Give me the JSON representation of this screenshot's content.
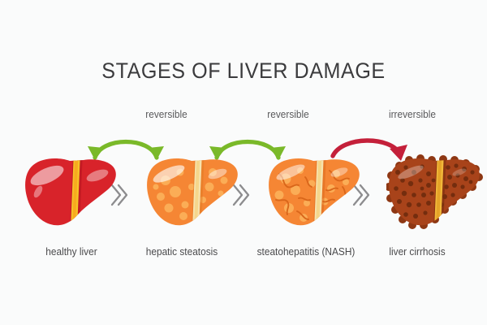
{
  "title": "STAGES OF LIVER DAMAGE",
  "background_color": "#fafbfb",
  "stages": [
    {
      "label": "healthy liver",
      "icon": "healthy-liver-icon",
      "body_color": "#d8232a",
      "highlight_color": "#ea343c",
      "shadow_color": "#b3161d",
      "ligament_color": "#f7c325"
    },
    {
      "label": "hepatic steatosis",
      "icon": "fatty-liver-icon",
      "body_color": "#f58634",
      "highlight_color": "#f9a154",
      "shadow_color": "#e06f1c",
      "ligament_color": "#f6dca0",
      "fat_deposit_color": "#fbad56"
    },
    {
      "label": "steatohepatitis (NASH)",
      "icon": "inflamed-liver-icon",
      "body_color": "#f58634",
      "highlight_color": "#f9a154",
      "shadow_color": "#d9661a",
      "ligament_color": "#f6dca0",
      "fat_deposit_color": "#fbad56",
      "inflammation_color": "#d96a17"
    },
    {
      "label": "liver cirrhosis",
      "icon": "cirrhotic-liver-icon",
      "body_color": "#a8431a",
      "highlight_color": "#c4551f",
      "shadow_color": "#7a2f0e",
      "ligament_color": "#f2b93a",
      "nodule_color": "#6b2a0e"
    }
  ],
  "arrows": [
    {
      "label": "reversible",
      "icon": "double-headed-arc-arrow-icon",
      "direction": "bidirectional",
      "color": "#7ab929"
    },
    {
      "label": "reversible",
      "icon": "double-headed-arc-arrow-icon",
      "direction": "bidirectional",
      "color": "#7ab929"
    },
    {
      "label": "irreversible",
      "icon": "single-headed-arc-arrow-icon",
      "direction": "forward",
      "color": "#c4203a"
    }
  ],
  "separators": [
    {
      "icon": "double-chevron-right-icon",
      "glyph": "»",
      "color": "#8c8c8e"
    },
    {
      "icon": "double-chevron-right-icon",
      "glyph": "»",
      "color": "#8c8c8e"
    },
    {
      "icon": "double-chevron-right-icon",
      "glyph": "»",
      "color": "#8c8c8e"
    }
  ]
}
